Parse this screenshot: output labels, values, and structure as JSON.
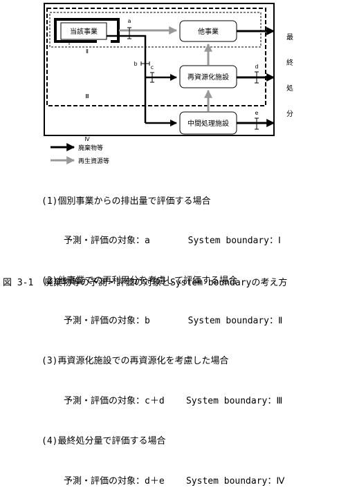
{
  "diagram": {
    "boxes": {
      "own_business": "当該事業",
      "other_business": "他事業",
      "recycling_facility": "再資源化施設",
      "intermediate_facility": "中間処理施設"
    },
    "labels": {
      "a": "a",
      "b": "b",
      "c": "c",
      "d": "d",
      "e": "e",
      "boundary_1": "Ⅰ",
      "boundary_2": "Ⅱ",
      "boundary_3": "Ⅲ",
      "boundary_4": "Ⅳ"
    },
    "final_disposal": [
      "最",
      "終",
      "処",
      "分"
    ]
  },
  "legend": {
    "waste": "廃棄物等",
    "recycled_resources": "再生資源等"
  },
  "cases": [
    {
      "title": "(1)個別事業からの排出量で評価する場合",
      "detail": "予測・評価の対象：a       System boundary：Ⅰ"
    },
    {
      "title": "(2)他事業での再利用分を考慮して評価する場合",
      "detail": "予測・評価の対象：b       System boundary：Ⅱ"
    },
    {
      "title": "(3)再資源化施設での再資源化を考慮した場合",
      "detail": "予測・評価の対象：c＋d    System boundary：Ⅲ"
    },
    {
      "title": "(4)最終処分量で評価する場合",
      "detail": "予測・評価の対象：d＋e    System boundary：Ⅳ"
    }
  ],
  "caption": "図 3-1  廃棄物等の予測・評価の対象とSystem boundaryの考え方"
}
